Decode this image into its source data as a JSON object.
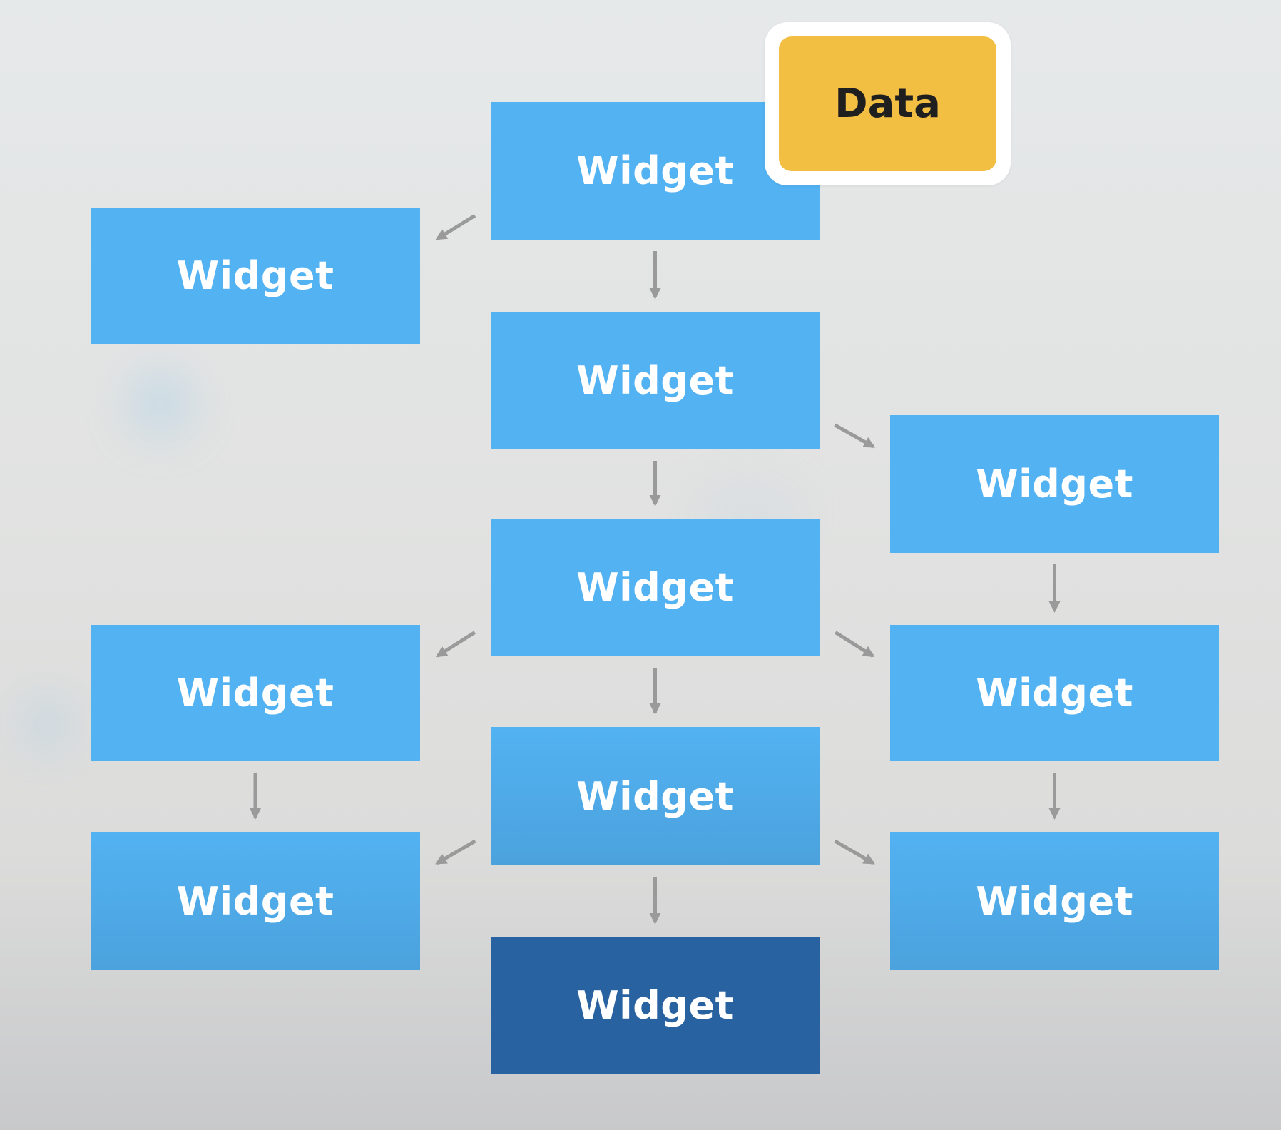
{
  "diagram": {
    "data_node": {
      "label": "Data",
      "color": "#f2bf43"
    },
    "widget_color": "#53b2f2",
    "widget_color_bottom": "#4ba2dd",
    "widget_highlight_color": "#2962a0",
    "arrow_color": "#9a9a9a",
    "nodes": [
      {
        "id": "root",
        "label": "Widget"
      },
      {
        "id": "left-top",
        "label": "Widget"
      },
      {
        "id": "center-2",
        "label": "Widget"
      },
      {
        "id": "right-1",
        "label": "Widget"
      },
      {
        "id": "center-3",
        "label": "Widget"
      },
      {
        "id": "left-mid",
        "label": "Widget"
      },
      {
        "id": "right-2",
        "label": "Widget"
      },
      {
        "id": "center-4",
        "label": "Widget"
      },
      {
        "id": "left-bottom",
        "label": "Widget"
      },
      {
        "id": "right-3",
        "label": "Widget"
      },
      {
        "id": "center-leaf",
        "label": "Widget"
      }
    ],
    "edges": [
      {
        "from": "root",
        "to": "left-top"
      },
      {
        "from": "root",
        "to": "center-2"
      },
      {
        "from": "center-2",
        "to": "right-1"
      },
      {
        "from": "center-2",
        "to": "center-3"
      },
      {
        "from": "right-1",
        "to": "right-2"
      },
      {
        "from": "center-3",
        "to": "left-mid"
      },
      {
        "from": "center-3",
        "to": "center-4"
      },
      {
        "from": "center-3",
        "to": "right-2"
      },
      {
        "from": "left-mid",
        "to": "left-bottom"
      },
      {
        "from": "right-2",
        "to": "right-3"
      },
      {
        "from": "center-4",
        "to": "left-bottom"
      },
      {
        "from": "center-4",
        "to": "center-leaf"
      },
      {
        "from": "center-4",
        "to": "right-3"
      }
    ]
  }
}
